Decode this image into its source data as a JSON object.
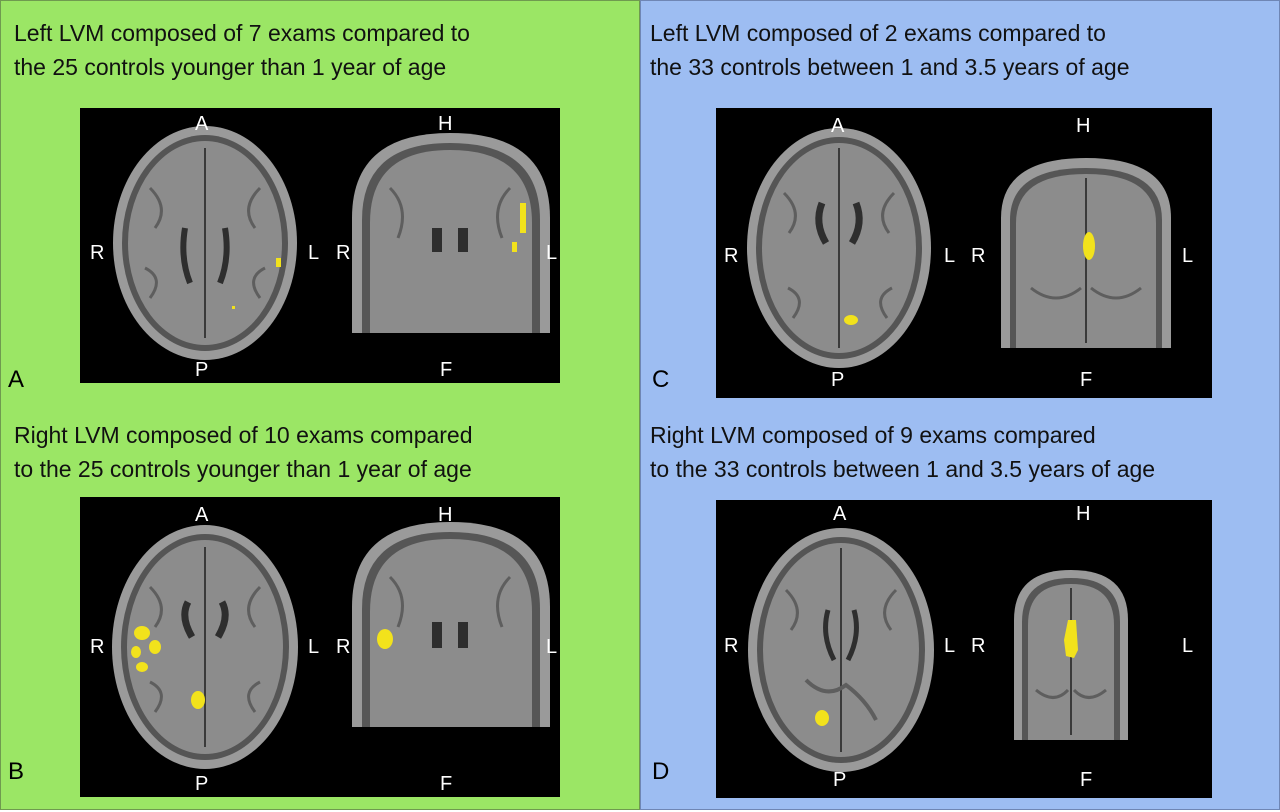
{
  "panels": {
    "A": {
      "letter": "A",
      "caption": [
        "Left LVM composed of 7 exams compared to",
        "the 25 controls younger than 1 year of age"
      ],
      "axial": {
        "top": "A",
        "bottom": "P",
        "left": "R",
        "right": "L"
      },
      "coronal": {
        "top": "H",
        "bottom": "F",
        "left": "R",
        "right": "L"
      }
    },
    "B": {
      "letter": "B",
      "caption": [
        "Right LVM composed of 10 exams compared",
        "to the 25 controls younger than 1 year of age"
      ],
      "axial": {
        "top": "A",
        "bottom": "P",
        "left": "R",
        "right": "L"
      },
      "coronal": {
        "top": "H",
        "bottom": "F",
        "left": "R",
        "right": "L"
      }
    },
    "C": {
      "letter": "C",
      "caption": [
        "Left LVM composed of 2 exams compared to",
        "the 33 controls between 1 and 3.5 years of age"
      ],
      "axial": {
        "top": "A",
        "bottom": "P",
        "left": "R",
        "right": "L"
      },
      "coronal": {
        "top": "H",
        "bottom": "F",
        "left": "R",
        "right": "L"
      }
    },
    "D": {
      "letter": "D",
      "caption": [
        "Right LVM composed of 9 exams compared",
        "to the 33 controls between 1 and 3.5 years of age"
      ],
      "axial": {
        "top": "A",
        "bottom": "P",
        "left": "R",
        "right": "L"
      },
      "coronal": {
        "top": "H",
        "bottom": "F",
        "left": "R",
        "right": "L"
      }
    }
  },
  "colors": {
    "left_background": "#9be665",
    "right_background": "#9dbdf2",
    "activation": "#f2e21c"
  }
}
